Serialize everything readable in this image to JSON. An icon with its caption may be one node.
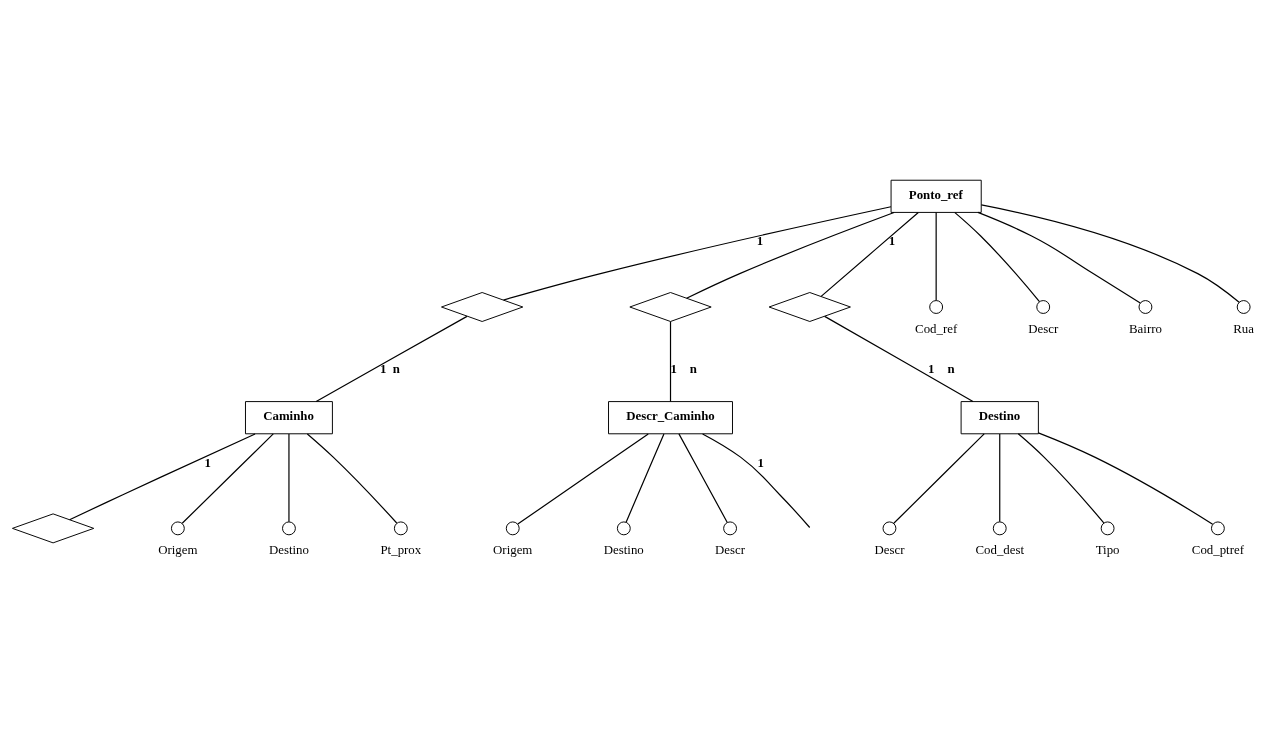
{
  "diagram": {
    "nodes": [
      {
        "text": [
          "Ponto_ref"
        ]
      },
      {
        "text": [],
        "shape": "diamond"
      },
      {
        "text": [
          "Caminho"
        ]
      },
      {
        "text": [],
        "shape": "diamond"
      },
      {
        "text": [],
        "shape": "diamond"
      },
      {
        "text": [
          "Descr_Caminho"
        ]
      },
      {
        "text": [],
        "shape": "diamond"
      },
      {
        "text": [
          "Destino"
        ]
      },
      {
        "text": [],
        "shape": "circle",
        "beside": [
          "Cod_ref"
        ]
      },
      {
        "text": [],
        "shape": "circle",
        "beside": [
          "Descr"
        ]
      },
      {
        "text": [],
        "shape": "circle",
        "beside": [
          "Bairro"
        ]
      },
      {
        "text": [],
        "shape": "circle",
        "beside": [
          "Rua"
        ]
      },
      {
        "text": [],
        "shape": "circle",
        "beside": [
          "Origem"
        ]
      },
      {
        "text": [],
        "shape": "circle",
        "beside": [
          "Destino"
        ]
      },
      {
        "text": [],
        "shape": "circle",
        "beside": [
          "Pt_prox"
        ]
      },
      {
        "text": [],
        "shape": "circle",
        "beside": [
          "Origem"
        ]
      },
      {
        "text": [],
        "shape": "circle",
        "beside": [
          "Destino"
        ]
      },
      {
        "text": [],
        "shape": "circle",
        "beside": [
          "Descr"
        ]
      },
      {
        "text": [],
        "shape": "circle",
        "beside": [
          "Descr"
        ]
      },
      {
        "text": [],
        "shape": "circle",
        "beside": [
          "Cod_dest"
        ]
      },
      {
        "text": [],
        "shape": "circle",
        "beside": [
          "Tipo"
        ]
      },
      {
        "text": [],
        "shape": "circle",
        "beside": [
          "Cod_ptref"
        ]
      }
    ],
    "edges": [
      {
        "from": 0,
        "to": 1,
        "arrow": "none",
        "label": "1"
      },
      {
        "from": 1,
        "to": 2,
        "arrow": "none",
        "label": "1  n"
      },
      {
        "from": 2,
        "to": 3,
        "arrow": "none",
        "label": "1"
      },
      {
        "from": 0,
        "to": 4,
        "arrow": "none"
      },
      {
        "from": 4,
        "to": 5,
        "arrow": "none",
        "label": "1    n"
      },
      {
        "from": 5,
        "to": null,
        "arrow": "none",
        "label": "1"
      },
      {
        "from": 0,
        "to": 6,
        "arrow": "none",
        "label": "1"
      },
      {
        "from": 6,
        "to": 7,
        "arrow": "none",
        "label": "1    n"
      },
      {
        "from": 0,
        "to": 8,
        "arrow": "none"
      },
      {
        "from": 0,
        "to": 9,
        "arrow": "none"
      },
      {
        "from": 0,
        "to": 10,
        "arrow": "none"
      },
      {
        "from": 0,
        "to": 11,
        "arrow": "none"
      },
      {
        "from": 2,
        "to": 12,
        "arrow": "none"
      },
      {
        "from": 2,
        "to": 13,
        "arrow": "none"
      },
      {
        "from": 2,
        "to": 14,
        "arrow": "none"
      },
      {
        "from": 5,
        "to": 15,
        "arrow": "none"
      },
      {
        "from": 5,
        "to": 16,
        "arrow": "none"
      },
      {
        "from": 5,
        "to": 17,
        "arrow": "none"
      },
      {
        "from": 7,
        "to": 18,
        "arrow": "none"
      },
      {
        "from": 7,
        "to": 19,
        "arrow": "none"
      },
      {
        "from": 7,
        "to": 20,
        "arrow": "none"
      },
      {
        "from": 7,
        "to": 21,
        "arrow": "none"
      }
    ]
  }
}
